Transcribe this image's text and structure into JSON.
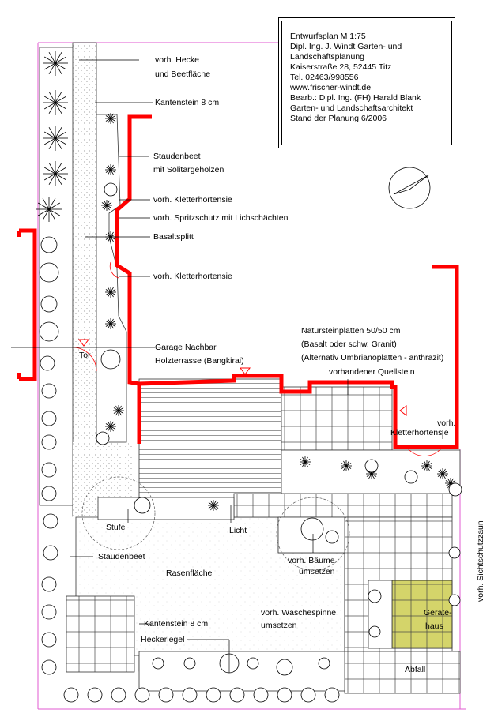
{
  "title_block": {
    "lines": [
      "Entwurfsplan M 1:75",
      "Dipl. Ing. J. Windt Garten- und",
      "Landschaftsplanung",
      "Kaiserstraße 28, 52445 Titz",
      "Tel. 02463/998556",
      "www.frischer-windt.de",
      "Bearb.: Dipl. Ing. (FH) Harald Blank",
      "Garten- und Landschaftsarchitekt",
      "Stand der Planung 6/2006"
    ]
  },
  "labels": {
    "hecke_1": "vorh. Hecke",
    "hecke_2": "und Beetfläche",
    "kantenstein_top": "Kantenstein  8 cm",
    "staudenbeet_top_1": "Staudenbeet",
    "staudenbeet_top_2": "mit Solitärgehölzen",
    "kletterhortensie_1": "vorh. Kletterhortensie",
    "spritzschutz": "vorh. Spritzschutz mit Lichschächten",
    "basaltsplitt": "Basaltsplitt",
    "kletterhortensie_2": "vorh. Kletterhortensie",
    "natursteinplatten_1": "Natursteinplatten  50/50 cm",
    "natursteinplatten_2": "(Basalt oder schw. Granit)",
    "natursteinplatten_3": "(Alternativ Umbrianoplatten - anthrazit)",
    "tor": "Tor",
    "garage": "Garage Nachbar",
    "holzterrasse": "Holzterrasse (Bangkirai)",
    "quellstein": "vorhandener Quellstein",
    "kletterhortensie_3a": "vorh.",
    "kletterhortensie_3b": "Kletterhortensie",
    "stufe": "Stufe",
    "licht": "Licht",
    "staudenbeet_bottom": "Staudenbeet",
    "rasenflaeche": "Rasenfläche",
    "baeume_1": "vorh. Bäume",
    "baeume_2": "umsetzen",
    "sichtschutz": "vorh. Sichtschutzzaun",
    "kantenstein_bottom": "Kantenstein 8 cm",
    "waeschespinne_1": "vorh. Wäschespinne",
    "waeschespinne_2": "umsetzen",
    "heckeriegel": "Heckeriegel",
    "geraetehaus_1": "Geräte-",
    "geraetehaus_2": "haus",
    "abfall": "Abfall"
  },
  "colors": {
    "wall": "#ff0000",
    "geraetehaus_fill": "#d4d46a",
    "boundary": "#e05ad0"
  }
}
